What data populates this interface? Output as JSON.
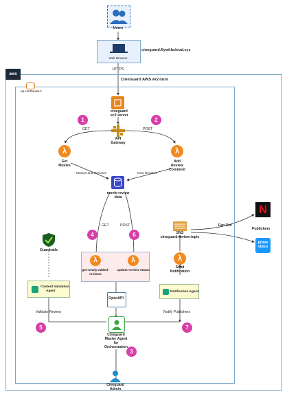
{
  "users_label": "Users",
  "web_browser_label": "Web Browser",
  "domain_label": "cineguard.flywithcloud.xyz",
  "https_label": "HTTPS",
  "account_label": "CineGuard AWS Account",
  "aws_logo_text": "aws",
  "region_label": "ap-northeast-1",
  "ec2_label": [
    "cineguard",
    "ec2 server"
  ],
  "get_label": "GET",
  "post_label": "POST",
  "api_gateway_label": [
    "API",
    "Gateway"
  ],
  "get_movies_label": [
    "Get",
    "Movies"
  ],
  "add_review_label": [
    "Add",
    "Review",
    "Comment"
  ],
  "movies_and_reviews_label": "Movies and Reviews",
  "new_reviews_label": "New Reviews",
  "movie_review_data_label": [
    "movie-review",
    "data"
  ],
  "get_label_2": "GET",
  "post_label_2": "POST",
  "guardrails_label": "Guardrails",
  "sns_label": [
    "SNS",
    "cineguard-review-topic"
  ],
  "fan_out_label": "Fan Out",
  "publishers_label": "Publishers",
  "netflix_text": "N",
  "prime_video_text": [
    "prime",
    "video"
  ],
  "send_notification_label": [
    "Send",
    "Notification"
  ],
  "content_validation_label": [
    "Content Validation",
    "Agent"
  ],
  "lambda_get_new_label": [
    "get-newly-added-",
    "reviews"
  ],
  "lambda_update_status_label": "update-review-status",
  "notification_agent_label": "Notification Agent",
  "openapi_label": "OpenAPI",
  "validate_review_label": "Validate Review",
  "notify_publishers_label": "Notify Publishers",
  "master_agent_label": [
    "Cineguard",
    "Master Agent",
    "for",
    "Orchestration"
  ],
  "admin_label": [
    "Cineguard",
    "Admin"
  ],
  "badges": [
    "1",
    "2",
    "3",
    "4",
    "5",
    "6",
    "7"
  ],
  "lambda_symbol": "λ",
  "colors": {
    "badge": "#d63fa8",
    "lambda": "#f28a1f",
    "border": "#7aa7c7",
    "agent_box": "#fdfbd0",
    "lambda_box": "#fdeaea",
    "guardrails": "#2e7d32",
    "netflix": "#e50914",
    "prime": "#1a98ff"
  }
}
